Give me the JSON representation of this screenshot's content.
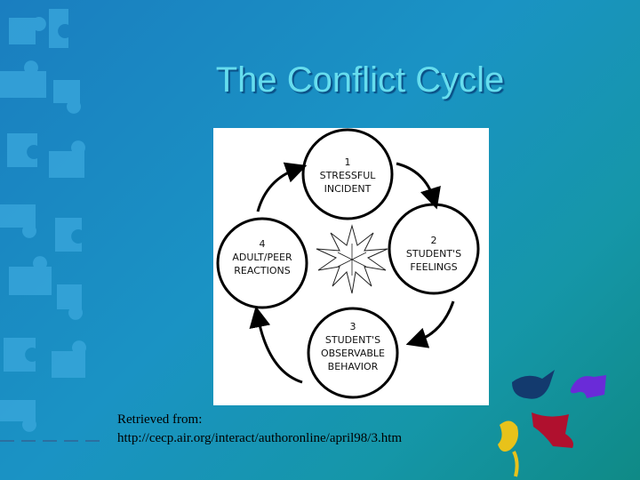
{
  "slide": {
    "title": "The Conflict Cycle",
    "diagram": {
      "nodes": [
        {
          "number": "1",
          "lines": [
            "STRESSFUL",
            "INCIDENT"
          ]
        },
        {
          "number": "2",
          "lines": [
            "STUDENT'S",
            "FEELINGS"
          ]
        },
        {
          "number": "3",
          "lines": [
            "STUDENT'S",
            "OBSERVABLE",
            "BEHAVIOR"
          ]
        },
        {
          "number": "4",
          "lines": [
            "ADULT/PEER",
            "REACTIONS"
          ]
        }
      ]
    },
    "caption": {
      "line1": "Retrieved from:",
      "line2": "http://cecp.air.org/interact/authoronline/april98/3.htm"
    }
  },
  "colors": {
    "background": "#1a8dc2",
    "title": "#66ddee",
    "diagram_background": "#ffffff",
    "puzzle_light": "#3aa8dd",
    "deco_navy": "#133a6e",
    "deco_purple": "#6a2bd8",
    "deco_yellow": "#e8c21a",
    "deco_red": "#b0102e"
  }
}
